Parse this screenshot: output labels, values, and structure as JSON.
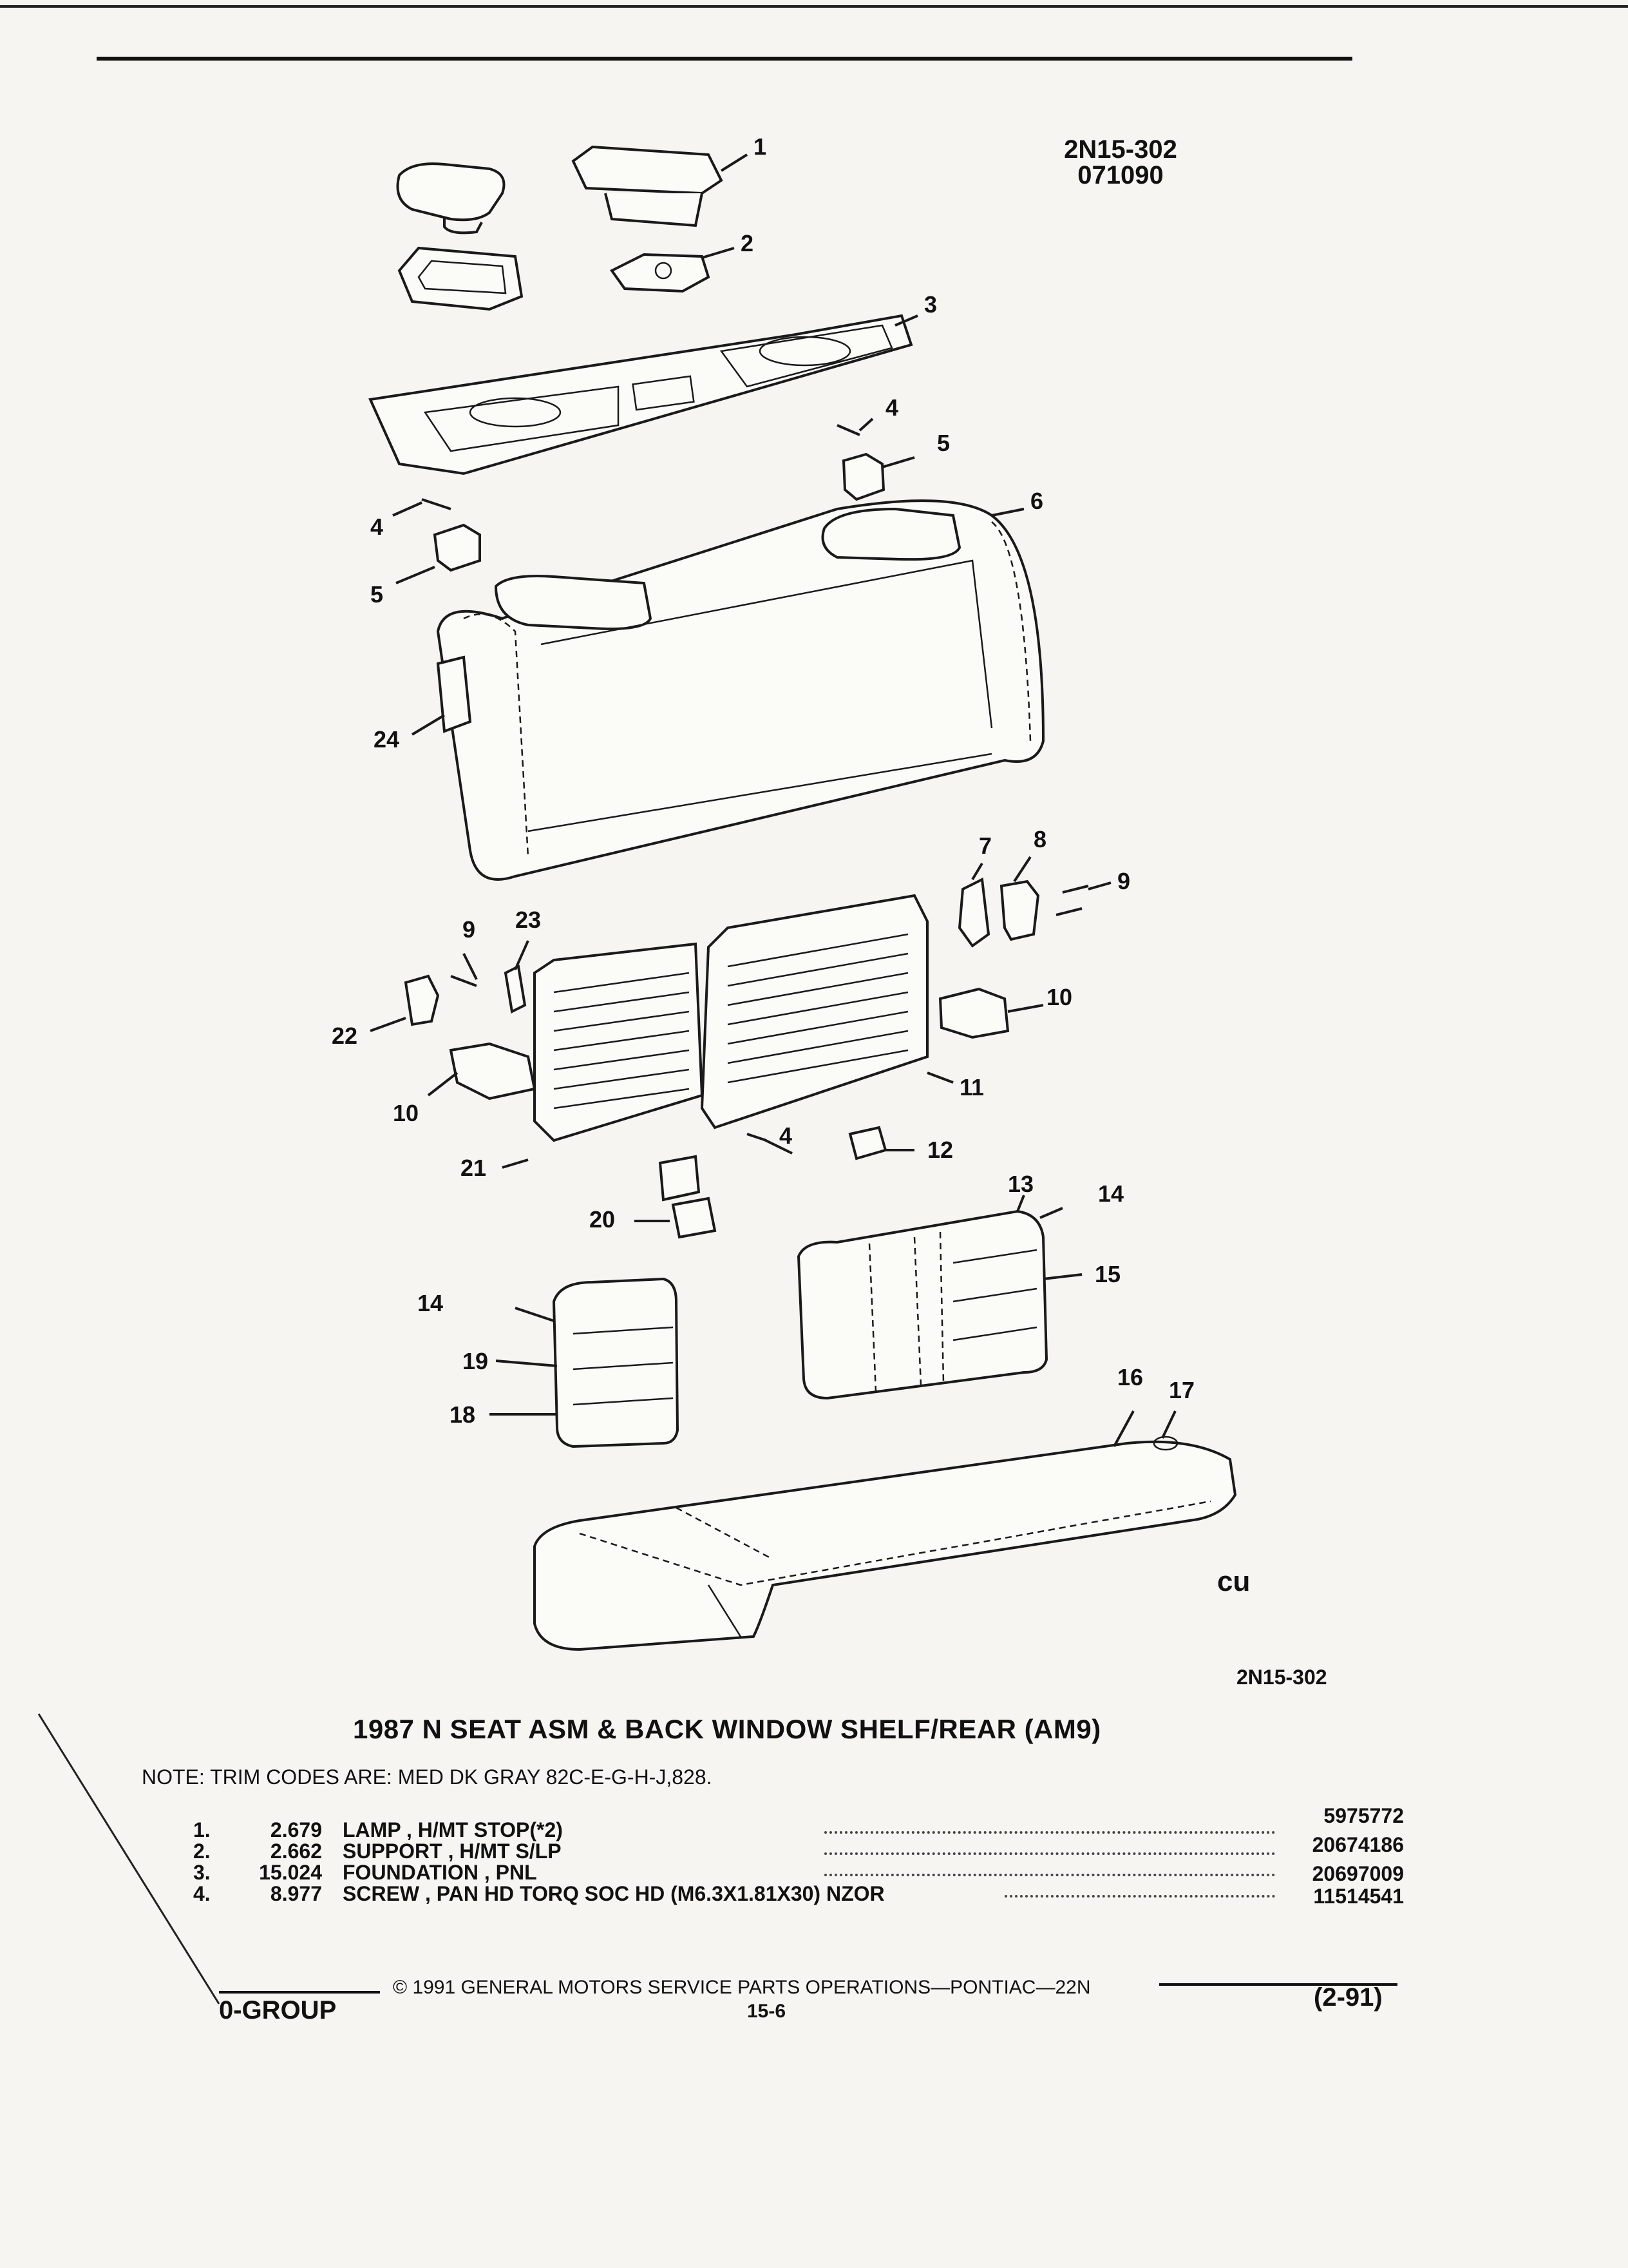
{
  "header": {
    "code": "2N15-302",
    "date_code": "071090"
  },
  "callouts": [
    "1",
    "2",
    "3",
    "4",
    "5",
    "4",
    "5",
    "6",
    "24",
    "7",
    "8",
    "9",
    "9",
    "23",
    "22",
    "10",
    "10",
    "11",
    "4",
    "12",
    "21",
    "20",
    "13",
    "14",
    "15",
    "14",
    "19",
    "18",
    "16",
    "17"
  ],
  "diagram_ref": "2N15-302",
  "title": "1987 N SEAT ASM & BACK WINDOW SHELF/REAR (AM9)",
  "note": "NOTE:  TRIM CODES ARE: MED DK GRAY 82C-E-G-H-J,828.",
  "parts": [
    {
      "num": "1.",
      "ref": "2.679",
      "desc": "LAMP , H/MT STOP(*2)",
      "part_no": "5975772"
    },
    {
      "num": "2.",
      "ref": "2.662",
      "desc": "SUPPORT , H/MT S/LP",
      "part_no": "20674186"
    },
    {
      "num": "3.",
      "ref": "15.024",
      "desc": "FOUNDATION , PNL",
      "part_no": "20697009"
    },
    {
      "num": "4.",
      "ref": "8.977",
      "desc": "SCREW , PAN HD TORQ SOC HD (M6.3X1.81X30) NZOR",
      "part_no": "11514541"
    }
  ],
  "footer": {
    "copyright": "© 1991 GENERAL MOTORS SERVICE PARTS OPERATIONS—PONTIAC—22N",
    "page": "15-6",
    "group": "0-GROUP",
    "revision": "(2-91)"
  },
  "logo_mark": "cu"
}
